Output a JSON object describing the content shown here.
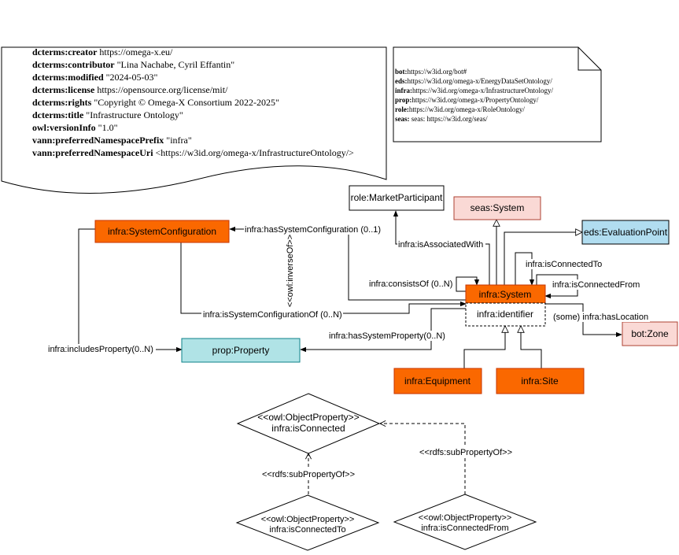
{
  "metadata_note": {
    "lines": [
      {
        "key": "dcterms:creator",
        "value": " https://omega-x.eu/"
      },
      {
        "key": "dcterms:contributor",
        "value": " \"Lina Nachabe, Cyril Effantin\""
      },
      {
        "key": "dcterms:modified",
        "value": " \"2024-05-03\""
      },
      {
        "key": "dcterms:license",
        "value": " https://opensource.org/license/mit/"
      },
      {
        "key": "dcterms:rights",
        "value": " \"Copyright © Omega-X Consortium 2022-2025\""
      },
      {
        "key": "dcterms:title",
        "value": " \"Infrastructure Ontology\""
      },
      {
        "key": "owl:versionInfo",
        "value": " \"1.0\""
      },
      {
        "key": " vann:preferredNamespacePrefix",
        "value": " \"infra\""
      },
      {
        "key": "vann:preferredNamespaceUri",
        "value": " <https://w3id.org/omega-x/InfrastructureOntology/>"
      }
    ]
  },
  "namespace_note": {
    "lines": [
      {
        "key": "bot:",
        "value": "https://w3id.org/bot#"
      },
      {
        "key": "eds:",
        "value": "https://w3id.org/omega-x/EnergyDataSetOntology/"
      },
      {
        "key": "infra:",
        "value": "https://w3id.org/omega-x/InfrastructureOntology/"
      },
      {
        "key": "prop:",
        "value": "https://w3id.org/omega-x/PropertyOntology/"
      },
      {
        "key": "role:",
        "value": "https://w3id.org/omega-x/RoleOntology/"
      },
      {
        "key": "seas:",
        "value": " seas: https://w3id.org/seas/"
      }
    ]
  },
  "classes": {
    "system_configuration": "infra:SystemConfiguration",
    "market_participant": "role:MarketParticipant",
    "seas_system": "seas:System",
    "evaluation_point": "eds:EvaluationPoint",
    "system": "infra:System",
    "identifier": "infra:identifier",
    "property": "prop:Property",
    "zone": "bot:Zone",
    "equipment": "infra:Equipment",
    "site": "infra:Site"
  },
  "edge_labels": {
    "has_system_configuration": "infra:hasSystemConfiguration (0..1)",
    "inverse_of": "<<owl:inverseOf>>",
    "is_associated_with": "infra:isAssociatedWith",
    "is_connected_to": "infra:isConnectedTo",
    "is_connected_from": "infra:isConnectedFrom",
    "consists_of": "infra:consistsOf (0..N)",
    "is_system_configuration_of": "infra:isSystemConfigurationOf (0..N)",
    "has_location": "(some) infra:hasLocation",
    "has_system_property": "infra:hasSystemProperty(0..N)",
    "includes_property": "infra:includesProperty(0..N)",
    "subproperty_left": "<<rdfs:subPropertyOf>>",
    "subproperty_right": "<<rdfs:subPropertyOf>>"
  },
  "object_properties": {
    "is_connected": {
      "stereotype": "<<owl:ObjectProperty>>",
      "name": "infra:isConnected"
    },
    "is_connected_to": {
      "stereotype": "<<owl:ObjectProperty>>",
      "name": "infra:isConnectedTo"
    },
    "is_connected_from": {
      "stereotype": "<<owl:ObjectProperty>>",
      "name": "infra:isConnectedFrom"
    }
  },
  "colors": {
    "orange": "#fa6800",
    "orange_border": "#c73500",
    "light_blue": "#b0e3e6",
    "light_blue_border": "#0e8088",
    "pink": "#fad9d5",
    "pink_border": "#ae4132"
  }
}
